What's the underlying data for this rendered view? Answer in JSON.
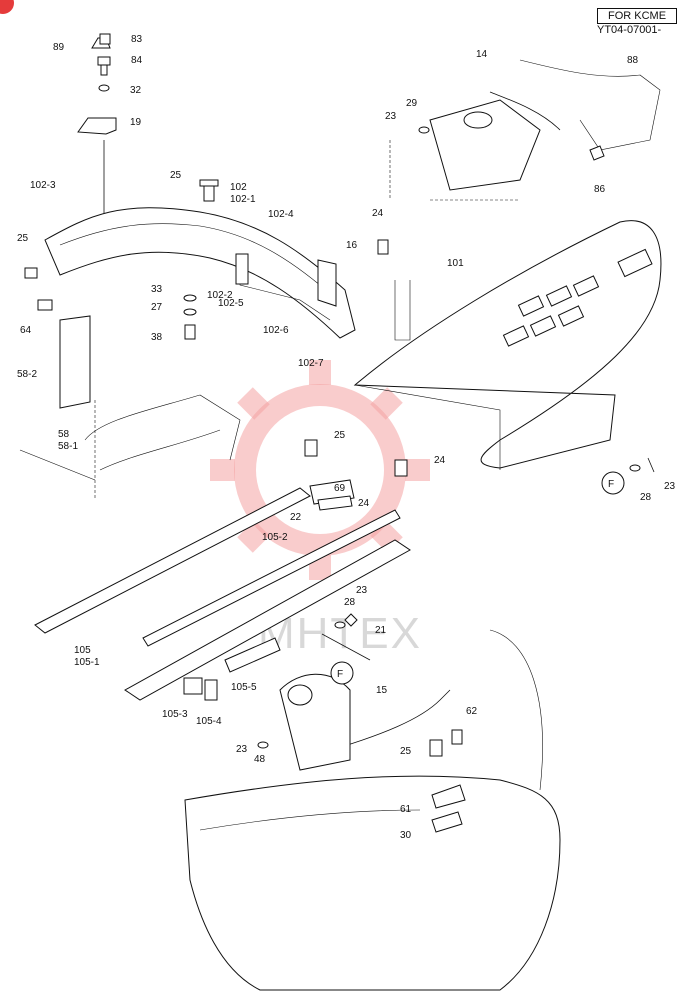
{
  "header": {
    "model_box": "FOR KCME",
    "serial": "YT04-07001-"
  },
  "watermark": {
    "text": "MHTEX",
    "color": "#f4a3a3"
  },
  "colors": {
    "line": "#111111",
    "badge": "#e53b3b"
  },
  "callouts": [
    "89",
    "83",
    "84",
    "32",
    "19",
    "102-3",
    "25",
    "102",
    "102-1",
    "102-4",
    "16",
    "25",
    "64",
    "58-2",
    "58",
    "58-1",
    "33",
    "27",
    "38",
    "102-2",
    "102-5",
    "102-6",
    "102-7",
    "24",
    "101",
    "14",
    "29",
    "23",
    "88",
    "86",
    "25",
    "24",
    "69",
    "22",
    "24",
    "105-2",
    "28",
    "23",
    "21",
    "105",
    "105-1",
    "105-3",
    "105-4",
    "105-5",
    "23",
    "48",
    "15",
    "62",
    "25",
    "61",
    "30",
    "28",
    "23"
  ],
  "markers": [
    "F",
    "F"
  ]
}
